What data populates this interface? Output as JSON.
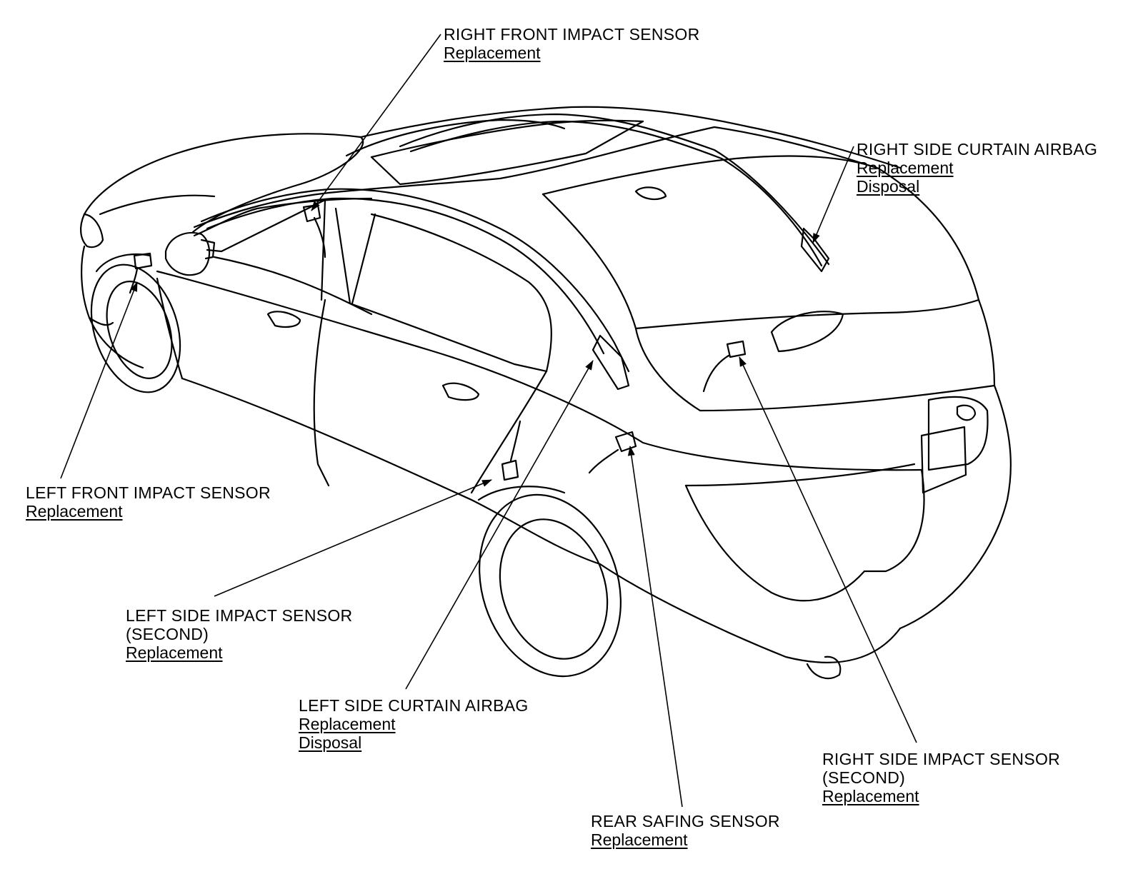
{
  "callouts": {
    "right_front_impact_sensor": {
      "title": "RIGHT FRONT IMPACT SENSOR",
      "links": [
        "Replacement"
      ]
    },
    "right_side_curtain_airbag": {
      "title": "RIGHT SIDE CURTAIN AIRBAG",
      "links": [
        "Replacement",
        "Disposal"
      ]
    },
    "left_front_impact_sensor": {
      "title": "LEFT FRONT IMPACT SENSOR",
      "links": [
        "Replacement"
      ]
    },
    "left_side_impact_sensor_second": {
      "title": "LEFT SIDE IMPACT SENSOR",
      "subtitle": "(SECOND)",
      "links": [
        "Replacement"
      ]
    },
    "left_side_curtain_airbag": {
      "title": "LEFT SIDE CURTAIN AIRBAG",
      "links": [
        "Replacement",
        "Disposal"
      ]
    },
    "rear_safing_sensor": {
      "title": "REAR SAFING SENSOR",
      "links": [
        "Replacement"
      ]
    },
    "right_side_impact_sensor_second": {
      "title": "RIGHT SIDE IMPACT SENSOR",
      "subtitle": "(SECOND)",
      "links": [
        "Replacement"
      ]
    }
  },
  "colors": {
    "line": "#000000",
    "background": "#ffffff"
  }
}
